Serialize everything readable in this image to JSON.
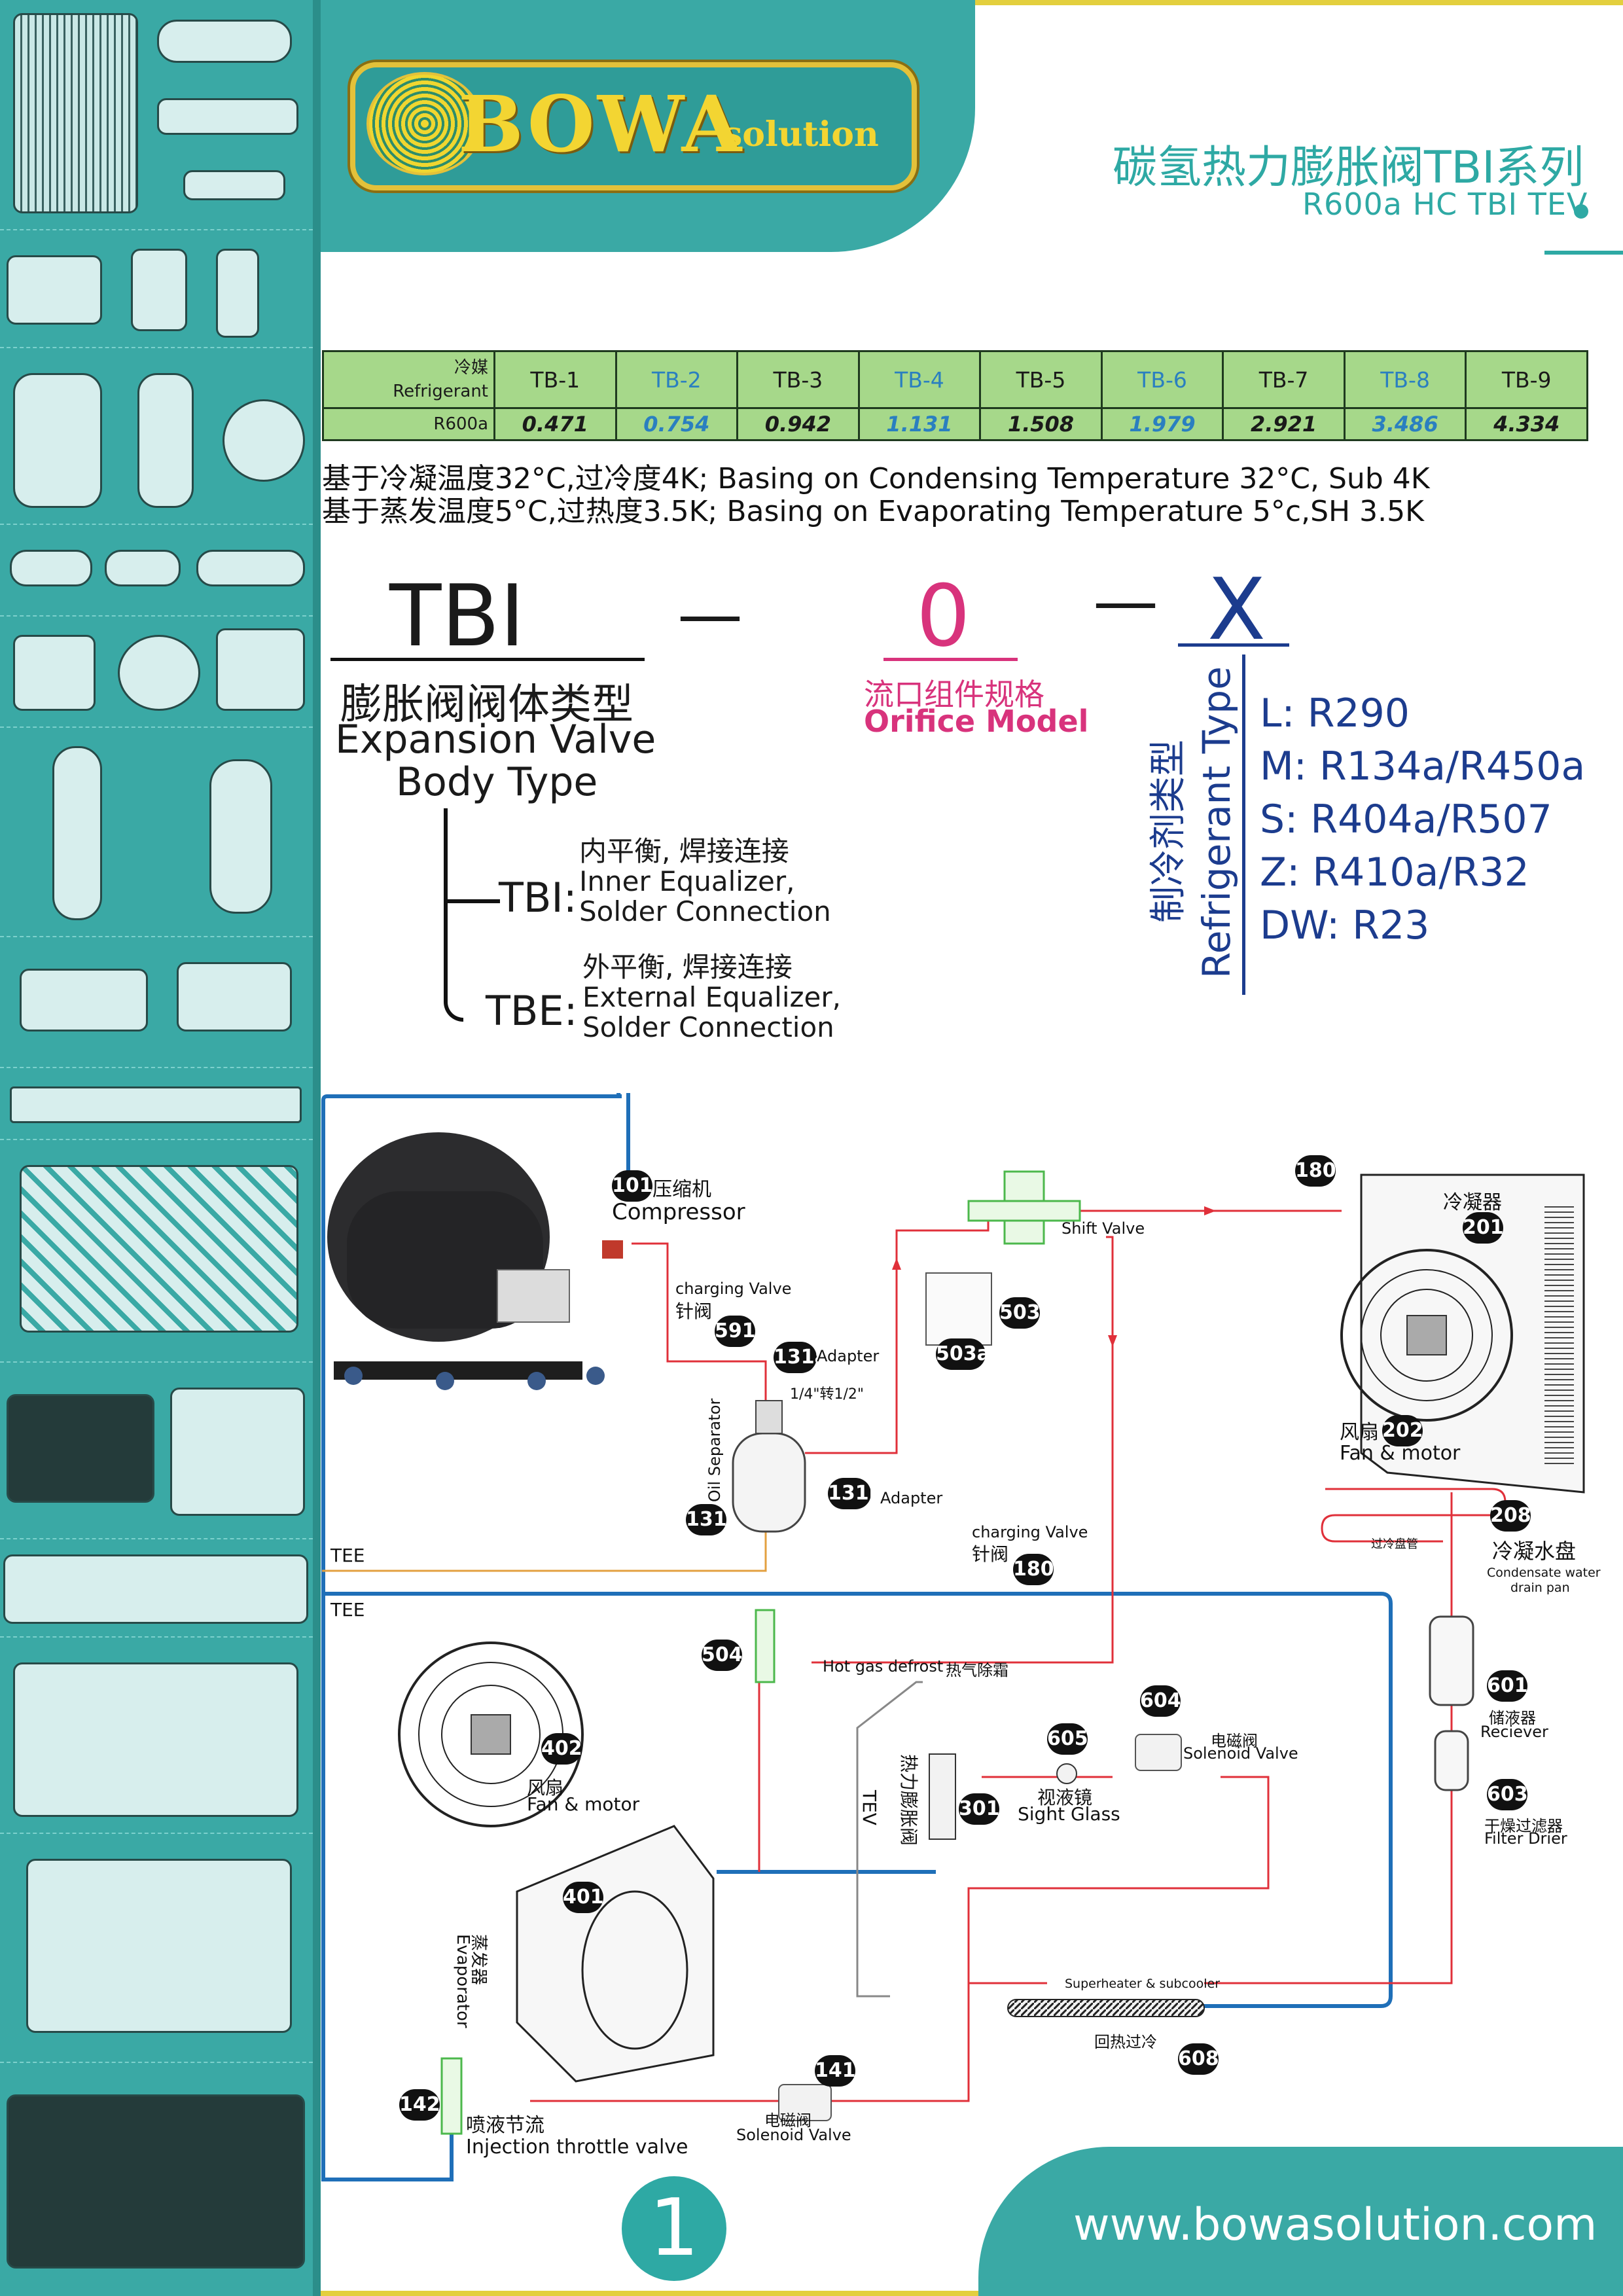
{
  "brand": {
    "logo_main": "BOWA",
    "logo_sub": "solution",
    "title_cn": "碳氢热力膨胀阀TBI系列",
    "title_en": "R600a HC TBI TEV",
    "website": "www.bowasolution.com",
    "page_number": "1"
  },
  "table": {
    "header_cn": "冷媒",
    "header_en": "Refrigerant",
    "row_label": "R600a",
    "columns": [
      "TB-1",
      "TB-2",
      "TB-3",
      "TB-4",
      "TB-5",
      "TB-6",
      "TB-7",
      "TB-8",
      "TB-9"
    ],
    "values": [
      "0.471",
      "0.754",
      "0.942",
      "1.131",
      "1.508",
      "1.979",
      "2.921",
      "3.486",
      "4.334"
    ]
  },
  "notes": {
    "line1": "基于冷凝温度32°C,过冷度4K; Basing on Condensing Temperature 32°C, Sub 4K",
    "line2": "基于蒸发温度5°C,过热度3.5K; Basing on Evaporating Temperature 5°c,SH 3.5K"
  },
  "model_code": {
    "part1": "TBI",
    "dash1": "—",
    "part2": "0",
    "dash2": "—",
    "part3": "X",
    "body_cn": "膨胀阀阀体类型",
    "body_en1": "Expansion Valve",
    "body_en2": "Body Type",
    "orifice_cn": "流口组件规格",
    "orifice_en": "Orifice Model",
    "refrig_cn": "制冷剂类型",
    "refrig_en": "Refrigerant Type",
    "refrigerants": [
      "L: R290",
      "M: R134a/R450a",
      "S: R404a/R507",
      "Z: R410a/R32",
      "DW: R23"
    ],
    "tbi_code": "TBI:",
    "tbi_cn": "内平衡, 焊接连接",
    "tbi_en1": "Inner Equalizer,",
    "tbi_en2": "Solder Connection",
    "tbe_code": "TBE:",
    "tbe_cn": "外平衡, 焊接连接",
    "tbe_en1": "External Equalizer,",
    "tbe_en2": "Solder Connection"
  },
  "diagram": {
    "compressor": {
      "num": "101",
      "cn": "压缩机",
      "en": "Compressor"
    },
    "charging_valve_a": {
      "num": "591",
      "en": "charging Valve",
      "cn": "针阀"
    },
    "adapter_a": {
      "num": "131a",
      "en": "Adapter"
    },
    "adapter_size": "1/4\"转1/2\"",
    "oil_separator": {
      "num": "131",
      "en": "Oil Separator"
    },
    "adapter_b": {
      "num": "131b",
      "en": "Adapter"
    },
    "shift_valve": {
      "en": "Shift Valve"
    },
    "coil_503": "503",
    "coil_503a": "503a",
    "valve_180_top": "180",
    "condenser": {
      "num": "201",
      "cn": "冷凝器"
    },
    "fan_motor_cond": {
      "num": "202",
      "cn": "风扇",
      "en": "Fan & motor"
    },
    "drain_pan": {
      "num": "208",
      "cn": "冷凝水盘",
      "en1": "Condensate water",
      "en2": "drain pan",
      "tube": "过冷盘管"
    },
    "tee1": "TEE",
    "tee2": "TEE",
    "charging_valve_b": {
      "num": "180",
      "en": "charging Valve",
      "cn": "针阀"
    },
    "hot_gas": {
      "num": "504",
      "en": "Hot gas defrost",
      "cn": "热气除霜"
    },
    "receiver": {
      "num": "601",
      "cn": "储液器",
      "en": "Reciever"
    },
    "filter_drier": {
      "num": "603",
      "cn": "干燥过滤器",
      "en": "Filter Drier"
    },
    "solenoid_604": {
      "num": "604",
      "cn": "电磁阀",
      "en": "Solenoid Valve"
    },
    "sight_glass": {
      "num": "605",
      "cn": "视液镜",
      "en": "Sight Glass"
    },
    "tev": {
      "num": "301",
      "en": "TEV",
      "cn": "热力膨胀阀"
    },
    "fan_motor_evap": {
      "num": "402",
      "cn": "风扇",
      "en": "Fan & motor"
    },
    "evaporator": {
      "num": "401",
      "cn": "蒸发器",
      "en": "Evaporator"
    },
    "heat_exchanger": {
      "num": "608",
      "en": "Superheater & subcooler",
      "cn": "回热过冷"
    },
    "solenoid_141": {
      "num": "141",
      "cn": "电磁阀",
      "en": "Solenoid Valve"
    },
    "injection": {
      "num": "142",
      "cn": "喷液节流",
      "en": "Injection throttle valve"
    }
  },
  "colors": {
    "teal": "#3aa9a5",
    "gold": "#e3cf3e",
    "table_green": "#a6d88a",
    "pink": "#d8337c",
    "navy": "#1c3c8e",
    "pipe_blue": "#1f6fb8",
    "pipe_red": "#e0303a"
  }
}
